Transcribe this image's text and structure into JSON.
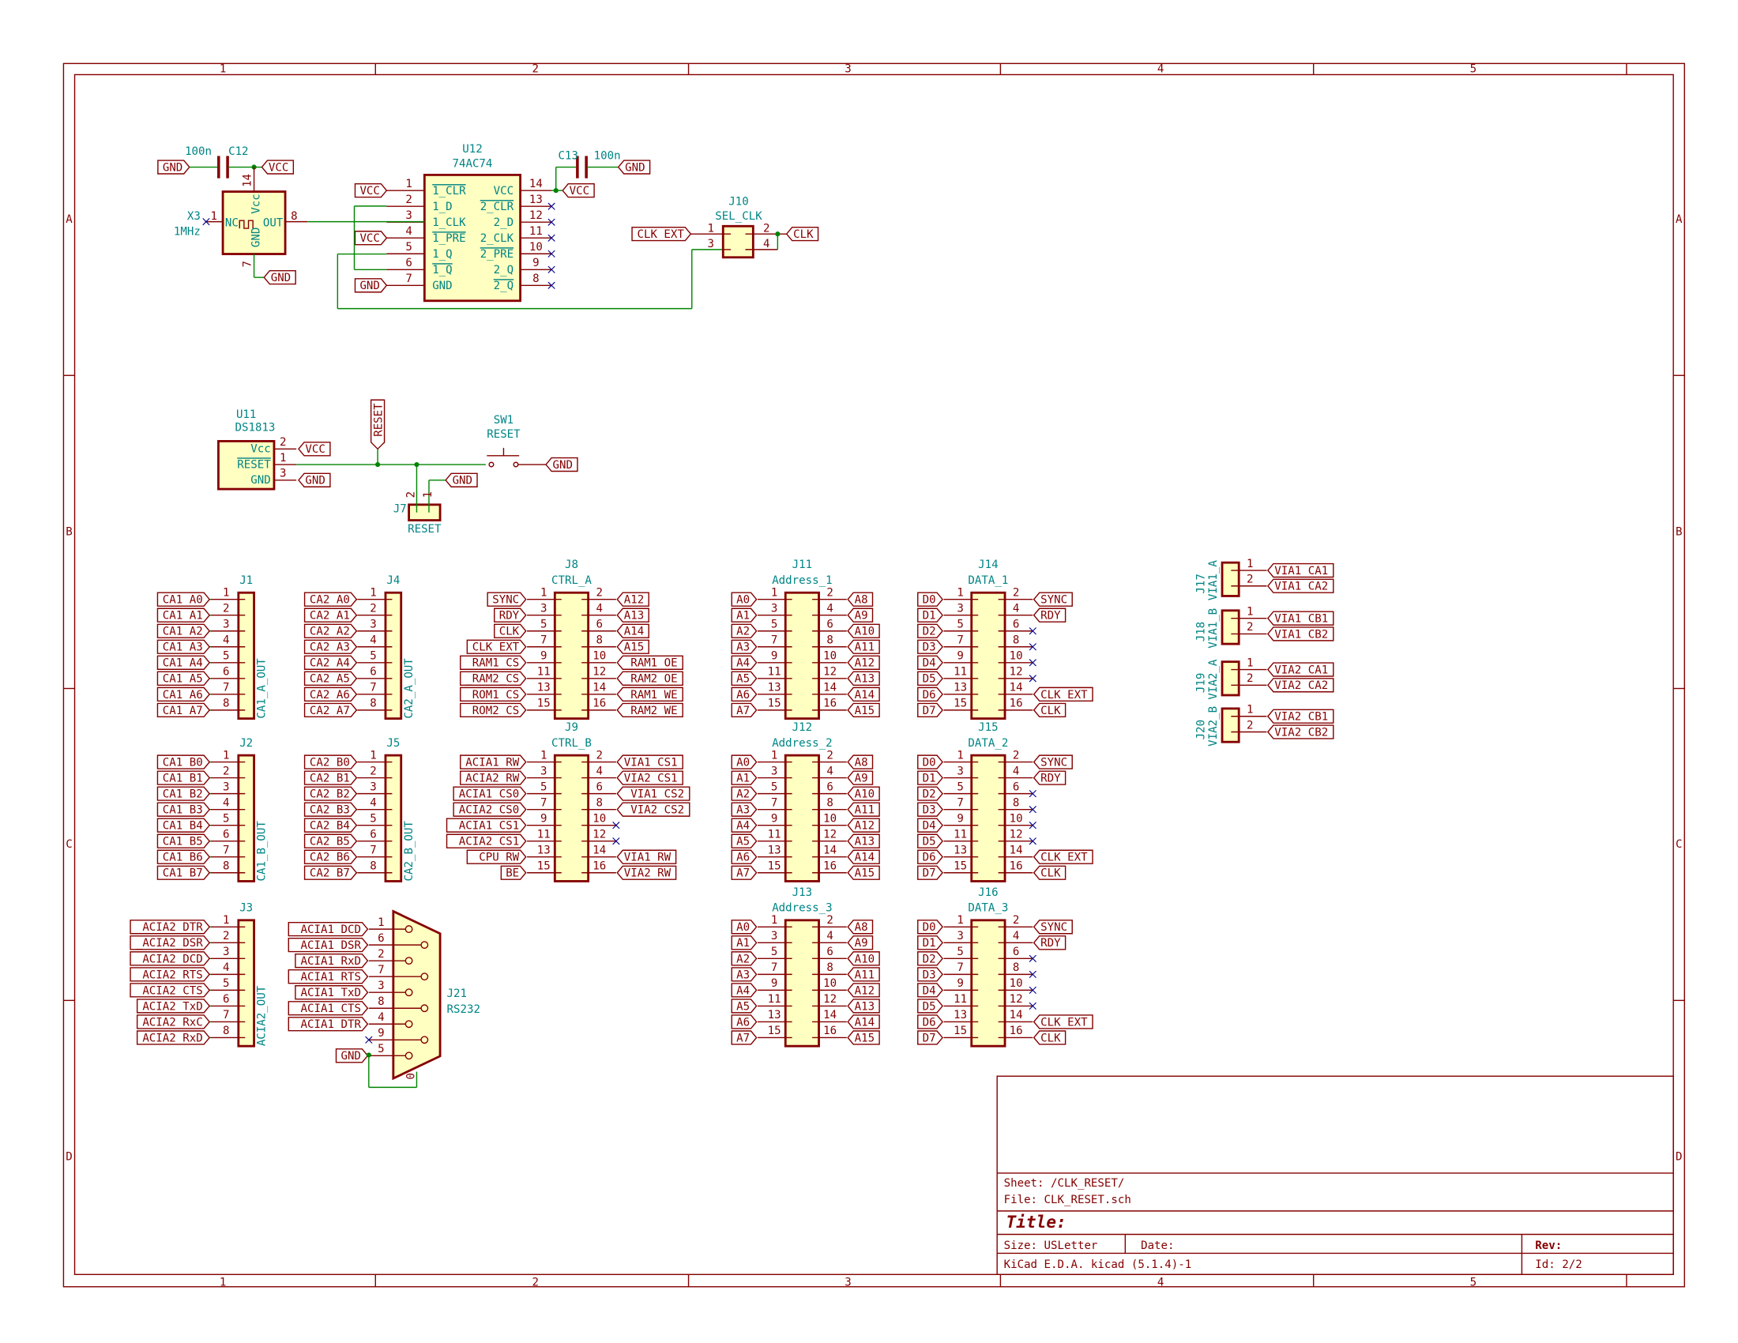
{
  "colors": {
    "border": "#840000",
    "wire": "#008400",
    "ref_text": "#008484",
    "body": "#ffffc2"
  },
  "frame": {
    "columns": [
      "1",
      "2",
      "3",
      "4",
      "5"
    ],
    "rows": [
      "A",
      "B",
      "C",
      "D"
    ]
  },
  "title_block": {
    "sheet": "Sheet: /CLK_RESET/",
    "file": "File: CLK_RESET.sch",
    "title": "Title:",
    "size": "Size: USLetter",
    "date": "Date:",
    "rev": "Rev:",
    "tool": "KiCad E.D.A.  kicad (5.1.4)-1",
    "id": "Id: 2/2"
  },
  "clock": {
    "c12": {
      "ref": "C12",
      "value": "100n",
      "gnd": "GND",
      "vcc": "VCC"
    },
    "x3": {
      "ref": "X3",
      "value": "1MHz",
      "pin1": "1",
      "nc": "NC",
      "out": "OUT",
      "vcc": "Vcc",
      "gnd_pin": "GND",
      "pin14": "14",
      "pin8": "8",
      "pin7": "7",
      "gnd": "GND"
    },
    "u12": {
      "ref": "U12",
      "value": "74AC74",
      "left_pins": [
        {
          "n": "1",
          "name": "1_CLR"
        },
        {
          "n": "2",
          "name": "1_D"
        },
        {
          "n": "3",
          "name": "1_CLK"
        },
        {
          "n": "4",
          "name": "1_PRE"
        },
        {
          "n": "5",
          "name": "1_Q"
        },
        {
          "n": "6",
          "name": "1_Q"
        },
        {
          "n": "7",
          "name": "GND"
        }
      ],
      "right_pins": [
        {
          "n": "14",
          "name": "VCC"
        },
        {
          "n": "13",
          "name": "2_CLR"
        },
        {
          "n": "12",
          "name": "2_D"
        },
        {
          "n": "11",
          "name": "2_CLK"
        },
        {
          "n": "10",
          "name": "2_PRE"
        },
        {
          "n": "9",
          "name": "2_Q"
        },
        {
          "n": "8",
          "name": "2_Q"
        }
      ],
      "vcc1": "VCC",
      "vcc4": "VCC",
      "gnd7": "GND",
      "vcc14": "VCC"
    },
    "c13": {
      "ref": "C13",
      "value": "100n",
      "gnd": "GND"
    },
    "j10": {
      "ref": "J10",
      "value": "SEL_CLK",
      "clk_ext": "CLK_EXT",
      "clk": "CLK",
      "p1": "1",
      "p2": "2",
      "p3": "3",
      "p4": "4"
    }
  },
  "reset": {
    "u11": {
      "ref": "U11",
      "value": "DS1813",
      "vcc_pin": "Vcc",
      "reset_pin": "RESET",
      "gnd_pin": "GND",
      "p2": "2",
      "p1": "1",
      "p3": "3",
      "vcc": "VCC",
      "gnd": "GND"
    },
    "net_label": "_RESET",
    "sw1": {
      "ref": "SW1",
      "value": "RESET",
      "gnd": "GND"
    },
    "j7": {
      "ref": "J7",
      "value": "RESET",
      "p2": "2",
      "p1": "1",
      "gnd": "GND"
    }
  },
  "connectors": [
    {
      "ref": "J1",
      "value": "CA1_A_OUT",
      "type": "1x8",
      "left": [
        "CA1_A0",
        "CA1_A1",
        "CA1_A2",
        "CA1_A3",
        "CA1_A4",
        "CA1_A5",
        "CA1_A6",
        "CA1_A7"
      ]
    },
    {
      "ref": "J4",
      "value": "CA2_A_OUT",
      "type": "1x8",
      "left": [
        "CA2_A0",
        "CA2_A1",
        "CA2_A2",
        "CA2_A3",
        "CA2_A4",
        "CA2_A5",
        "CA2_A6",
        "CA2_A7"
      ]
    },
    {
      "ref": "J2",
      "value": "CA1_B_OUT",
      "type": "1x8",
      "left": [
        "CA1_B0",
        "CA1_B1",
        "CA1_B2",
        "CA1_B3",
        "CA1_B4",
        "CA1_B5",
        "CA1_B6",
        "CA1_B7"
      ]
    },
    {
      "ref": "J5",
      "value": "CA2_B_OUT",
      "type": "1x8",
      "left": [
        "CA2_B0",
        "CA2_B1",
        "CA2_B2",
        "CA2_B3",
        "CA2_B4",
        "CA2_B5",
        "CA2_B6",
        "CA2_B7"
      ]
    },
    {
      "ref": "J3",
      "value": "ACIA2_OUT",
      "type": "1x8",
      "left": [
        "_ACIA2_DTR",
        "_ACIA2_DSR",
        "_ACIA2_DCD",
        "_ACIA2_RTS",
        "_ACIA2_CTS",
        "ACIA2_TxD",
        "ACIA2_RxC",
        "ACIA2_RxD"
      ]
    },
    {
      "ref": "J8",
      "value": "CTRL_A",
      "type": "2x8",
      "left": [
        "SYNC",
        "RDY",
        "CLK",
        "CLK_EXT",
        "_RAM1_CS",
        "_RAM2_CS",
        "_ROM1_CS",
        "_ROM2_CS"
      ],
      "right": [
        "A12",
        "A13",
        "A14",
        "A15",
        "_RAM1_OE",
        "_RAM2_OE",
        "_RAM1_WE",
        "_RAM2_WE"
      ]
    },
    {
      "ref": "J9",
      "value": "CTRL_B",
      "type": "2x8",
      "left": [
        "ACIA1_RW",
        "ACIA2_RW",
        "ACIA1_CS0",
        "ACIA2_CS0",
        "_ACIA1_CS1",
        "_ACIA2_CS1",
        "_CPU_RW",
        "BE"
      ],
      "right": [
        "VIA1_CS1",
        "VIA2_CS1",
        "_VIA1_CS2",
        "_VIA2_CS2",
        null,
        null,
        "VIA1_RW",
        "VIA2_RW"
      ]
    },
    {
      "ref": "J11",
      "value": "Address_1",
      "type": "2x8",
      "left": [
        "A0",
        "A1",
        "A2",
        "A3",
        "A4",
        "A5",
        "A6",
        "A7"
      ],
      "right": [
        "A8",
        "A9",
        "A10",
        "A11",
        "A12",
        "A13",
        "A14",
        "A15"
      ]
    },
    {
      "ref": "J12",
      "value": "Address_2",
      "type": "2x8",
      "left": [
        "A0",
        "A1",
        "A2",
        "A3",
        "A4",
        "A5",
        "A6",
        "A7"
      ],
      "right": [
        "A8",
        "A9",
        "A10",
        "A11",
        "A12",
        "A13",
        "A14",
        "A15"
      ]
    },
    {
      "ref": "J13",
      "value": "Address_3",
      "type": "2x8",
      "left": [
        "A0",
        "A1",
        "A2",
        "A3",
        "A4",
        "A5",
        "A6",
        "A7"
      ],
      "right": [
        "A8",
        "A9",
        "A10",
        "A11",
        "A12",
        "A13",
        "A14",
        "A15"
      ]
    },
    {
      "ref": "J14",
      "value": "DATA_1",
      "type": "2x8",
      "left": [
        "D0",
        "D1",
        "D2",
        "D3",
        "D4",
        "D5",
        "D6",
        "D7"
      ],
      "right": [
        "SYNC",
        "RDY",
        null,
        null,
        null,
        null,
        "CLK_EXT",
        "CLK"
      ]
    },
    {
      "ref": "J15",
      "value": "DATA_2",
      "type": "2x8",
      "left": [
        "D0",
        "D1",
        "D2",
        "D3",
        "D4",
        "D5",
        "D6",
        "D7"
      ],
      "right": [
        "SYNC",
        "RDY",
        null,
        null,
        null,
        null,
        "CLK_EXT",
        "CLK"
      ]
    },
    {
      "ref": "J16",
      "value": "DATA_3",
      "type": "2x8",
      "left": [
        "D0",
        "D1",
        "D2",
        "D3",
        "D4",
        "D5",
        "D6",
        "D7"
      ],
      "right": [
        "SYNC",
        "RDY",
        null,
        null,
        null,
        null,
        "CLK_EXT",
        "CLK"
      ]
    },
    {
      "ref": "J17",
      "value": "VIA1_A",
      "type": "1x2",
      "right": [
        "VIA1_CA1",
        "VIA1_CA2"
      ]
    },
    {
      "ref": "J18",
      "value": "VIA1_B",
      "type": "1x2",
      "right": [
        "VIA1_CB1",
        "VIA1_CB2"
      ]
    },
    {
      "ref": "J19",
      "value": "VIA2_A",
      "type": "1x2",
      "right": [
        "VIA2_CA1",
        "VIA2_CA2"
      ]
    },
    {
      "ref": "J20",
      "value": "VIA2_B",
      "type": "1x2",
      "right": [
        "VIA2_CB1",
        "VIA2_CB2"
      ]
    }
  ],
  "db9": {
    "ref": "J21",
    "value": "RS232",
    "shield_pin": "0",
    "gnd": "GND",
    "pins": [
      {
        "n": "1",
        "label": "_ACIA1_DCD"
      },
      {
        "n": "6",
        "label": "_ACIA1_DSR"
      },
      {
        "n": "2",
        "label": "ACIA1_RxD"
      },
      {
        "n": "7",
        "label": "_ACIA1_RTS"
      },
      {
        "n": "3",
        "label": "ACIA1_TxD"
      },
      {
        "n": "8",
        "label": "_ACIA1_CTS"
      },
      {
        "n": "4",
        "label": "_ACIA1_DTR"
      },
      {
        "n": "9",
        "label": null
      },
      {
        "n": "5",
        "label": "GND"
      }
    ]
  }
}
